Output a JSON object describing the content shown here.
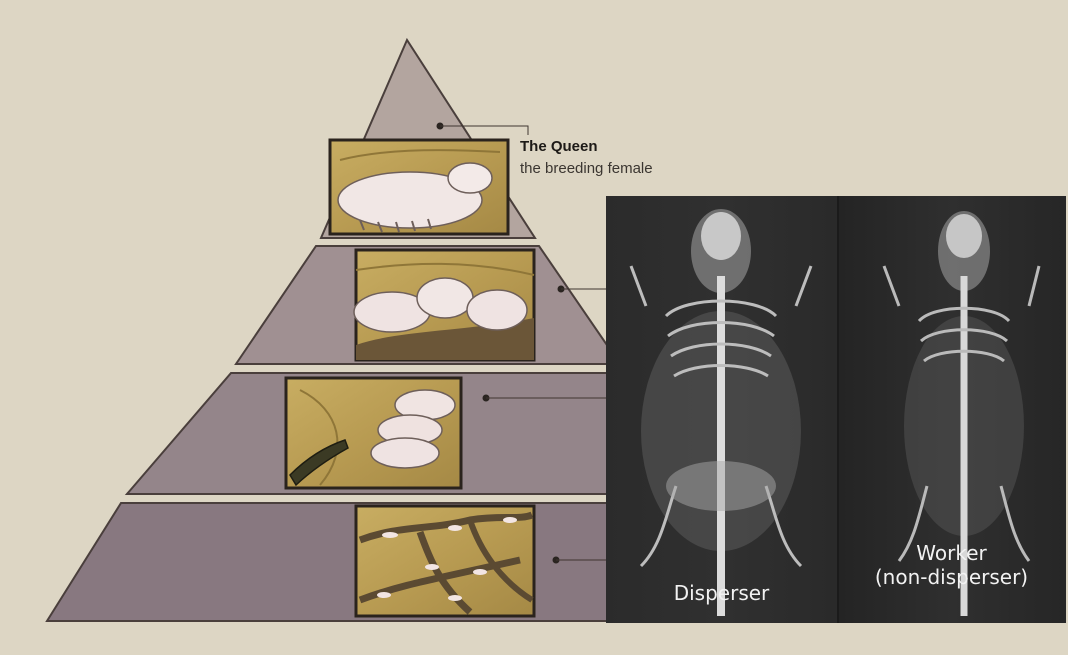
{
  "queen": {
    "title": "The Queen",
    "subtitle": "the breeding female"
  },
  "xray": {
    "left_label": "Disperser",
    "right_label_line1": "Worker",
    "right_label_line2": "(non-disperser)"
  },
  "colors": {
    "background": "#ddd6c4",
    "pyramid_top": "#b3a59f",
    "pyramid_mid": "#9f8f8d",
    "pyramid_lower": "#93837f",
    "pyramid_base": "#87777a",
    "burrow_panel": "#b79a55",
    "xray_background": "#2b2b2b"
  }
}
